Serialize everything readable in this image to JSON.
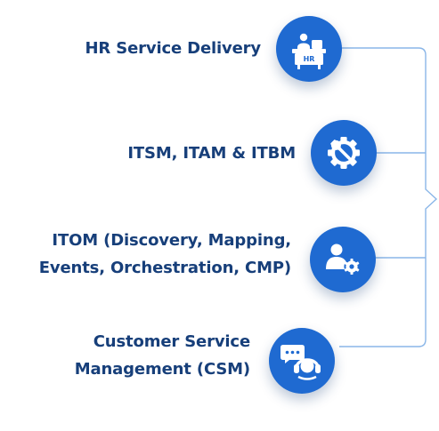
{
  "diagram": {
    "items": [
      {
        "label": "HR Service Delivery",
        "icon": "hr-desk-icon",
        "badge": "HR"
      },
      {
        "label": "ITSM, ITAM & ITBM",
        "icon": "gear-wrench-icon"
      },
      {
        "label": "ITOM (Discovery, Mapping,\nEvents, Orchestration, CMP)",
        "icon": "user-gear-icon"
      },
      {
        "label": "Customer Service\nManagement (CSM)",
        "icon": "headset-chat-icon"
      }
    ],
    "colors": {
      "circle": "#1f6ad1",
      "text": "#173f7a",
      "connector": "#8ab6e8"
    }
  }
}
